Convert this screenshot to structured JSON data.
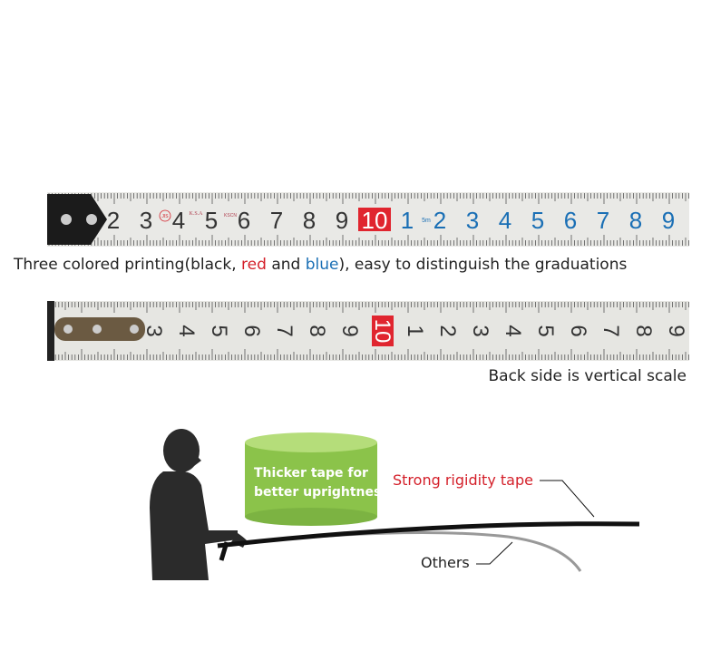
{
  "tape_front": {
    "digits": [
      {
        "t": "2",
        "c": "#333"
      },
      {
        "t": "3",
        "c": "#333"
      },
      {
        "t": "4",
        "c": "#333"
      },
      {
        "t": "5",
        "c": "#333"
      },
      {
        "t": "6",
        "c": "#333"
      },
      {
        "t": "7",
        "c": "#333"
      },
      {
        "t": "8",
        "c": "#333"
      },
      {
        "t": "9",
        "c": "#333"
      },
      {
        "t": "10",
        "c": "#fff",
        "box": "#e0252f"
      },
      {
        "t": "1",
        "c": "#1a6fb5"
      },
      {
        "t": "2",
        "c": "#1a6fb5"
      },
      {
        "t": "3",
        "c": "#1a6fb5"
      },
      {
        "t": "4",
        "c": "#1a6fb5"
      },
      {
        "t": "5",
        "c": "#1a6fb5"
      },
      {
        "t": "6",
        "c": "#1a6fb5"
      },
      {
        "t": "7",
        "c": "#1a6fb5"
      },
      {
        "t": "8",
        "c": "#1a6fb5"
      },
      {
        "t": "9",
        "c": "#1a6fb5"
      }
    ],
    "marks": [
      "JIS",
      "K.S.A",
      "KSCN",
      "5m"
    ]
  },
  "caption_front": {
    "part1": "Three colored printing(black, ",
    "red_word": "red",
    "part2": " and ",
    "blue_word": "blue",
    "part3": "), easy to distinguish the graduations"
  },
  "tape_back": {
    "digits": [
      "3",
      "4",
      "5",
      "6",
      "7",
      "8",
      "9",
      "10",
      "1",
      "2",
      "3",
      "4",
      "5",
      "6",
      "7",
      "8",
      "9"
    ]
  },
  "caption_back": "Back side is vertical scale",
  "illustration": {
    "cylinder_label_1": "Thicker tape for",
    "cylinder_label_2": "better uprightness",
    "strong_label": "Strong rigidity tape",
    "others_label": "Others"
  },
  "colors": {
    "red": "#d4202a",
    "blue": "#1a6fb5",
    "green": "#8bc34a"
  }
}
